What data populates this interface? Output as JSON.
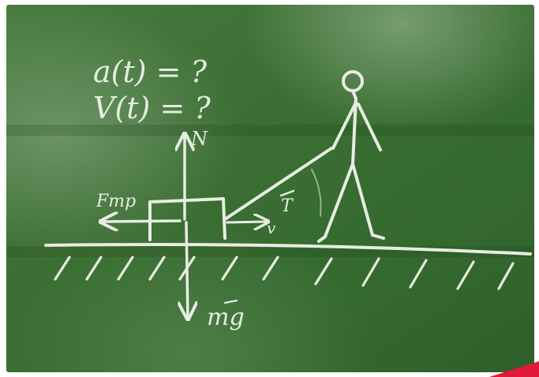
{
  "photo": {
    "subject": "chalkboard-physics-sketch",
    "colors": {
      "board_dark": "#2d5a26",
      "board_mid": "#3f7336",
      "board_light": "#5d8c55",
      "chalk": "#f1f4ec",
      "frame": "#ffffff",
      "corner_accent": "#e2183a"
    },
    "chalkboard": {
      "equation_acceleration": "a(t) = ?",
      "equation_velocity": "V(t) = ?",
      "label_normal_force": "N",
      "label_friction_force": "Fтр",
      "label_tension": "T",
      "label_velocity": "v",
      "label_gravity": "mg"
    }
  }
}
